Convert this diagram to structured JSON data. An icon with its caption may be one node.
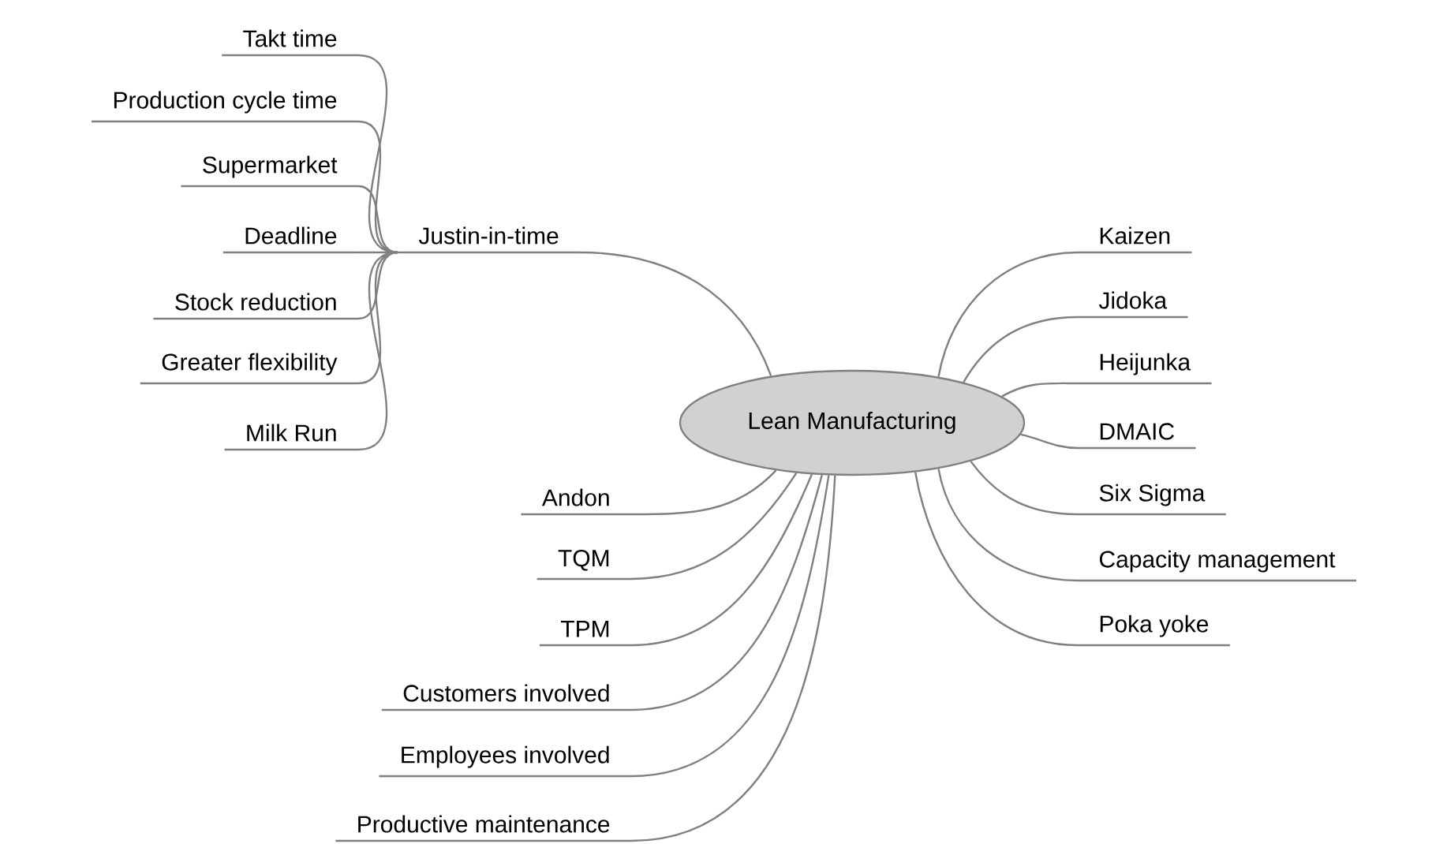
{
  "diagram": {
    "nodes": [
      {
        "text": [
          "Lean Manufacturing"
        ]
      },
      {
        "text": [
          "Justin-in-time"
        ]
      },
      {
        "text": [
          "Takt time"
        ]
      },
      {
        "text": [
          "Production cycle time"
        ]
      },
      {
        "text": [
          "Supermarket"
        ]
      },
      {
        "text": [
          "Deadline"
        ]
      },
      {
        "text": [
          "Stock reduction"
        ]
      },
      {
        "text": [
          "Greater flexibility"
        ]
      },
      {
        "text": [
          "Milk Run"
        ]
      },
      {
        "text": [
          "Kaizen"
        ]
      },
      {
        "text": [
          "Jidoka"
        ]
      },
      {
        "text": [
          "Heijunka"
        ]
      },
      {
        "text": [
          "DMAIC"
        ]
      },
      {
        "text": [
          "Six Sigma"
        ]
      },
      {
        "text": [
          "Capacity management"
        ]
      },
      {
        "text": [
          "Poka  yoke"
        ]
      },
      {
        "text": [
          "Andon"
        ]
      },
      {
        "text": [
          "TQM"
        ]
      },
      {
        "text": [
          "TPM"
        ]
      },
      {
        "text": [
          "Customers involved"
        ]
      },
      {
        "text": [
          "Employees involved"
        ]
      },
      {
        "text": [
          "Productive maintenance"
        ]
      }
    ],
    "edges": [
      {
        "from": 0,
        "to": 1,
        "arrow": "none"
      },
      {
        "from": 1,
        "to": 2,
        "arrow": "none"
      },
      {
        "from": 1,
        "to": 3,
        "arrow": "none"
      },
      {
        "from": 1,
        "to": 4,
        "arrow": "none"
      },
      {
        "from": 1,
        "to": 5,
        "arrow": "none"
      },
      {
        "from": 1,
        "to": 6,
        "arrow": "none"
      },
      {
        "from": 1,
        "to": 7,
        "arrow": "none"
      },
      {
        "from": 1,
        "to": 8,
        "arrow": "none"
      },
      {
        "from": 0,
        "to": 9,
        "arrow": "none"
      },
      {
        "from": 0,
        "to": 10,
        "arrow": "none"
      },
      {
        "from": 0,
        "to": 11,
        "arrow": "none"
      },
      {
        "from": 0,
        "to": 12,
        "arrow": "none"
      },
      {
        "from": 0,
        "to": 13,
        "arrow": "none"
      },
      {
        "from": 0,
        "to": 14,
        "arrow": "none"
      },
      {
        "from": 0,
        "to": 15,
        "arrow": "none"
      },
      {
        "from": 0,
        "to": 16,
        "arrow": "none"
      },
      {
        "from": 0,
        "to": 17,
        "arrow": "none"
      },
      {
        "from": 0,
        "to": 18,
        "arrow": "none"
      },
      {
        "from": 0,
        "to": 19,
        "arrow": "none"
      },
      {
        "from": 0,
        "to": 20,
        "arrow": "none"
      },
      {
        "from": 0,
        "to": 21,
        "arrow": "none"
      }
    ]
  }
}
